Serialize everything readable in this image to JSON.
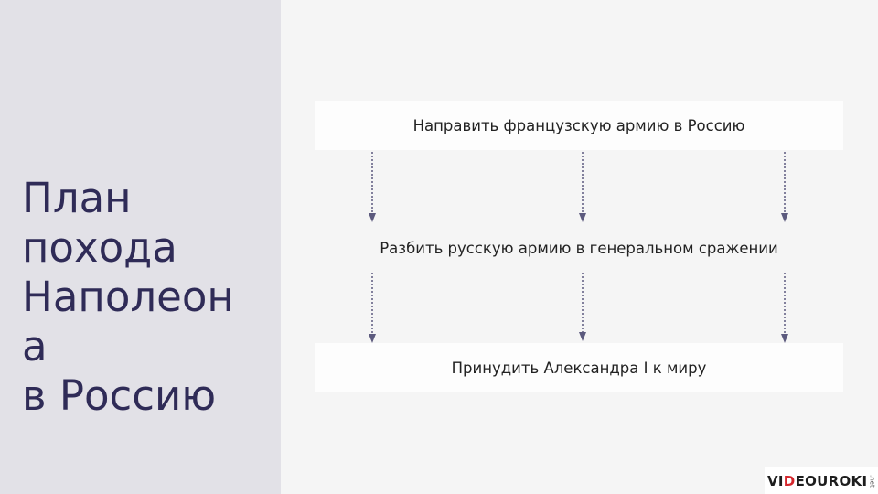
{
  "title": {
    "lines": [
      "План",
      "похода",
      "Наполеон",
      "а",
      "в Россию"
    ]
  },
  "steps": [
    "Направить французскую армию в Россию",
    "Разбить русскую армию в генеральном сражении",
    "Принудить Александра I к миру"
  ],
  "logo": {
    "prefix": "VI",
    "accent": "D",
    "main": "EOUROKI",
    "suffix": ".net"
  },
  "colors": {
    "left_panel": "#e2e1e7",
    "title_text": "#2f2b57",
    "arrow": "#5c5a7e",
    "logo_accent": "#d4262c"
  }
}
